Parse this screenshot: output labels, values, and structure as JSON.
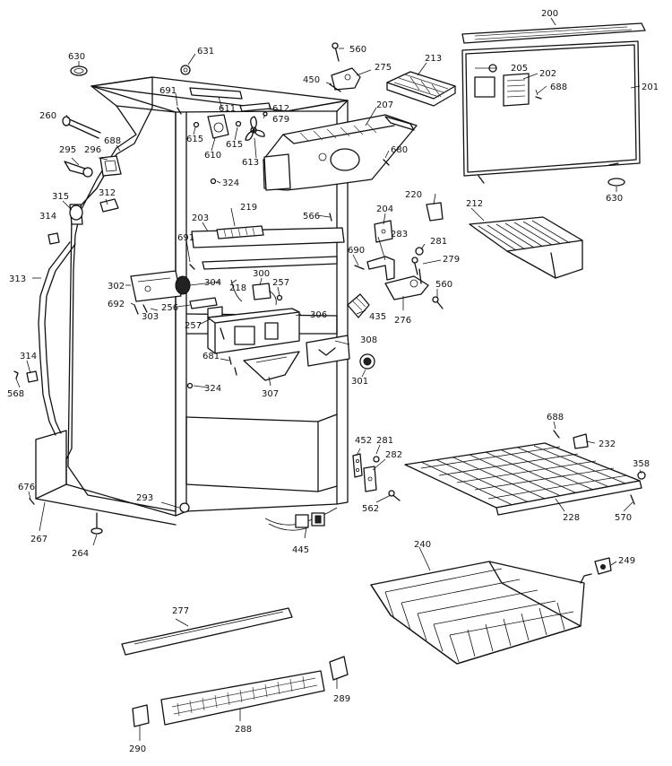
{
  "labels": [
    {
      "id": "l200",
      "text": "200"
    },
    {
      "id": "l201",
      "text": "201"
    },
    {
      "id": "l202",
      "text": "202"
    },
    {
      "id": "l203",
      "text": "203"
    },
    {
      "id": "l204",
      "text": "204"
    },
    {
      "id": "l205",
      "text": "205"
    },
    {
      "id": "l207",
      "text": "207"
    },
    {
      "id": "l212",
      "text": "212"
    },
    {
      "id": "l213",
      "text": "213"
    },
    {
      "id": "l218",
      "text": "218"
    },
    {
      "id": "l219",
      "text": "219"
    },
    {
      "id": "l220",
      "text": "220"
    },
    {
      "id": "l228",
      "text": "228"
    },
    {
      "id": "l232",
      "text": "232"
    },
    {
      "id": "l240",
      "text": "240"
    },
    {
      "id": "l249",
      "text": "249"
    },
    {
      "id": "l256",
      "text": "256"
    },
    {
      "id": "l257a",
      "text": "257"
    },
    {
      "id": "l257b",
      "text": "257"
    },
    {
      "id": "l260",
      "text": "260"
    },
    {
      "id": "l264",
      "text": "264"
    },
    {
      "id": "l267",
      "text": "267"
    },
    {
      "id": "l275",
      "text": "275"
    },
    {
      "id": "l276",
      "text": "276"
    },
    {
      "id": "l277",
      "text": "277"
    },
    {
      "id": "l279",
      "text": "279"
    },
    {
      "id": "l281a",
      "text": "281"
    },
    {
      "id": "l281b",
      "text": "281"
    },
    {
      "id": "l282",
      "text": "282"
    },
    {
      "id": "l283",
      "text": "283"
    },
    {
      "id": "l288",
      "text": "288"
    },
    {
      "id": "l289",
      "text": "289"
    },
    {
      "id": "l290",
      "text": "290"
    },
    {
      "id": "l293",
      "text": "293"
    },
    {
      "id": "l295",
      "text": "295"
    },
    {
      "id": "l296",
      "text": "296"
    },
    {
      "id": "l300",
      "text": "300"
    },
    {
      "id": "l301",
      "text": "301"
    },
    {
      "id": "l302",
      "text": "302"
    },
    {
      "id": "l303",
      "text": "303"
    },
    {
      "id": "l304",
      "text": "304"
    },
    {
      "id": "l306",
      "text": "306"
    },
    {
      "id": "l307",
      "text": "307"
    },
    {
      "id": "l308",
      "text": "308"
    },
    {
      "id": "l312",
      "text": "312"
    },
    {
      "id": "l313",
      "text": "313"
    },
    {
      "id": "l314a",
      "text": "314"
    },
    {
      "id": "l314b",
      "text": "314"
    },
    {
      "id": "l315",
      "text": "315"
    },
    {
      "id": "l324a",
      "text": "324"
    },
    {
      "id": "l324b",
      "text": "324"
    },
    {
      "id": "l358",
      "text": "358"
    },
    {
      "id": "l435",
      "text": "435"
    },
    {
      "id": "l445",
      "text": "445"
    },
    {
      "id": "l450",
      "text": "450"
    },
    {
      "id": "l452",
      "text": "452"
    },
    {
      "id": "l560a",
      "text": "560"
    },
    {
      "id": "l560b",
      "text": "560"
    },
    {
      "id": "l562",
      "text": "562"
    },
    {
      "id": "l566",
      "text": "566"
    },
    {
      "id": "l568",
      "text": "568"
    },
    {
      "id": "l570",
      "text": "570"
    },
    {
      "id": "l610",
      "text": "610"
    },
    {
      "id": "l611",
      "text": "611"
    },
    {
      "id": "l612",
      "text": "612"
    },
    {
      "id": "l613",
      "text": "613"
    },
    {
      "id": "l615a",
      "text": "615"
    },
    {
      "id": "l615b",
      "text": "615"
    },
    {
      "id": "l630a",
      "text": "630"
    },
    {
      "id": "l630b",
      "text": "630"
    },
    {
      "id": "l631",
      "text": "631"
    },
    {
      "id": "l676",
      "text": "676"
    },
    {
      "id": "l679",
      "text": "679"
    },
    {
      "id": "l680",
      "text": "680"
    },
    {
      "id": "l681",
      "text": "681"
    },
    {
      "id": "l688a",
      "text": "688"
    },
    {
      "id": "l688b",
      "text": "688"
    },
    {
      "id": "l688c",
      "text": "688"
    },
    {
      "id": "l690",
      "text": "690"
    },
    {
      "id": "l691a",
      "text": "691"
    },
    {
      "id": "l691b",
      "text": "691"
    },
    {
      "id": "l692",
      "text": "692"
    }
  ]
}
